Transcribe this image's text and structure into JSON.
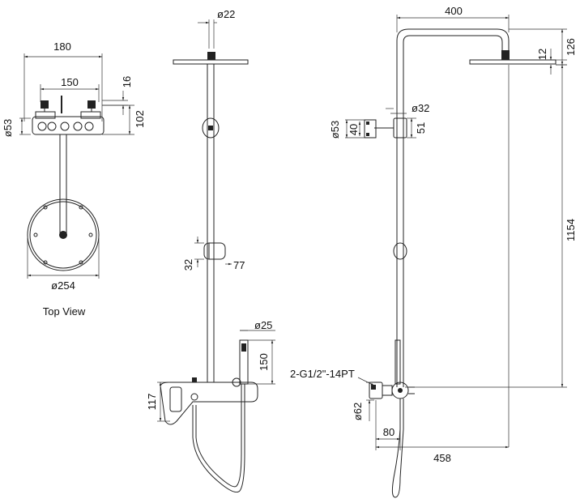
{
  "top_view": {
    "caption": "Top View",
    "dims": {
      "width_overall": "180",
      "inlet_spacing": "150",
      "height_small": "16",
      "depth": "102",
      "body_diameter": "ø53",
      "plate_diameter": "ø254"
    }
  },
  "front_view": {
    "dims": {
      "head_connector": "ø22",
      "slider_height": "32",
      "slider_width": "77",
      "hand_shower_diameter": "ø25",
      "hand_shower_length": "150",
      "mixer_height": "117"
    }
  },
  "side_view": {
    "dims": {
      "arm_reach": "400",
      "head_drop": "126",
      "head_thickness": "12",
      "bracket_diameter": "ø32",
      "bracket_body_diameter": "ø53",
      "bracket_inner": "40",
      "bracket_height": "51",
      "riser_height": "1154",
      "thread_spec": "2-G1/2\"-14PT",
      "mixer_diameter": "ø62",
      "inlet_offset": "80",
      "total_reach": "458"
    }
  }
}
